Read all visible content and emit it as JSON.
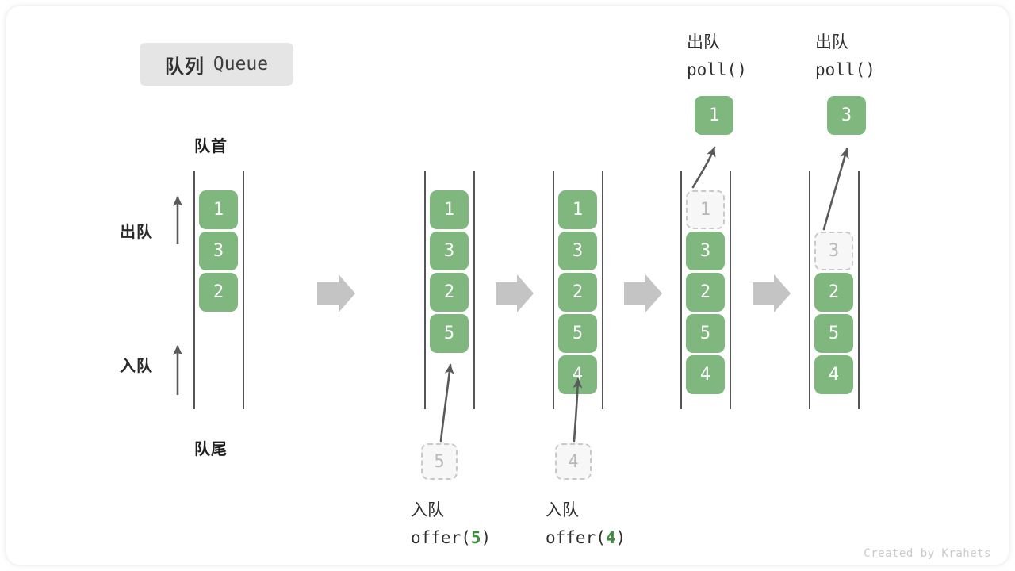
{
  "title": {
    "cn": "队列",
    "en": "Queue"
  },
  "labels": {
    "head": "队首",
    "tail": "队尾",
    "dequeue": "出队",
    "enqueue": "入队"
  },
  "watermark": "Created by Krahets",
  "colors": {
    "box_fill": "#7fb77e",
    "box_text": "#ffffff",
    "ghost_fill": "#f7f7f7",
    "ghost_border": "#c9c9c9",
    "ghost_text": "#b8b8b8",
    "rail": "#555555",
    "flow_arrow": "#c4c4c4",
    "curve_arrow": "#5a5a5a",
    "accent_green": "#3e8e41",
    "badge_bg": "#e5e5e5"
  },
  "stages": [
    {
      "id": "initial",
      "items": [
        "1",
        "3",
        "2"
      ],
      "ghosts": [],
      "top_label": null,
      "bottom_label": null,
      "popped": null,
      "incoming": null
    },
    {
      "id": "offer-5",
      "items": [
        "1",
        "3",
        "2",
        "5"
      ],
      "ghosts": [],
      "top_label": null,
      "bottom_label": {
        "cn": "入队",
        "fn_prefix": "offer(",
        "fn_value": "5",
        "fn_suffix": ")"
      },
      "popped": null,
      "incoming": "5"
    },
    {
      "id": "offer-4",
      "items": [
        "1",
        "3",
        "2",
        "5",
        "4"
      ],
      "ghosts": [],
      "top_label": null,
      "bottom_label": {
        "cn": "入队",
        "fn_prefix": "offer(",
        "fn_value": "4",
        "fn_suffix": ")"
      },
      "popped": null,
      "incoming": "4"
    },
    {
      "id": "poll-1",
      "items": [
        null,
        "3",
        "2",
        "5",
        "4"
      ],
      "ghosts": [
        {
          "index": 0,
          "value": "1"
        }
      ],
      "top_label": {
        "cn": "出队",
        "fn": "poll()"
      },
      "bottom_label": null,
      "popped": "1",
      "incoming": null
    },
    {
      "id": "poll-3",
      "items": [
        null,
        null,
        "2",
        "5",
        "4"
      ],
      "ghosts": [
        {
          "index": 1,
          "value": "3"
        }
      ],
      "top_label": {
        "cn": "出队",
        "fn": "poll()"
      },
      "bottom_label": null,
      "popped": "3",
      "incoming": null
    }
  ]
}
